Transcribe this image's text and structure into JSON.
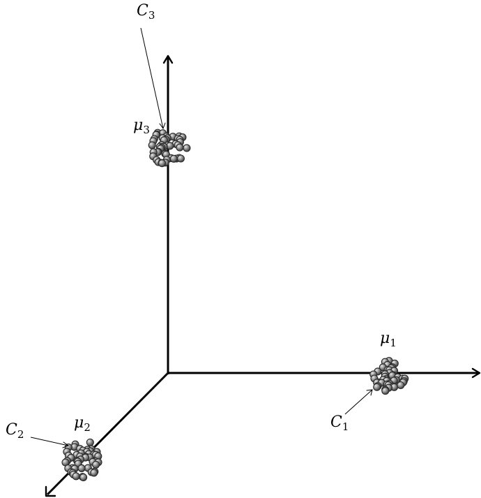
{
  "figure": {
    "type": "3d-axes-cluster-diagram",
    "sphere_color": "#888888",
    "sphere_highlight": "#e8e8e8",
    "sphere_shadow": "#3c3c3c",
    "axis_color": "#000000"
  },
  "clusters": [
    {
      "id": "c1",
      "mean_label": {
        "base": "μ",
        "sub": "1"
      },
      "cluster_label": {
        "base": "C",
        "sub": "1"
      }
    },
    {
      "id": "c2",
      "mean_label": {
        "base": "μ",
        "sub": "2"
      },
      "cluster_label": {
        "base": "C",
        "sub": "2"
      }
    },
    {
      "id": "c3",
      "mean_label": {
        "base": "μ",
        "sub": "3"
      },
      "cluster_label": {
        "base": "C",
        "sub": "3"
      }
    }
  ]
}
